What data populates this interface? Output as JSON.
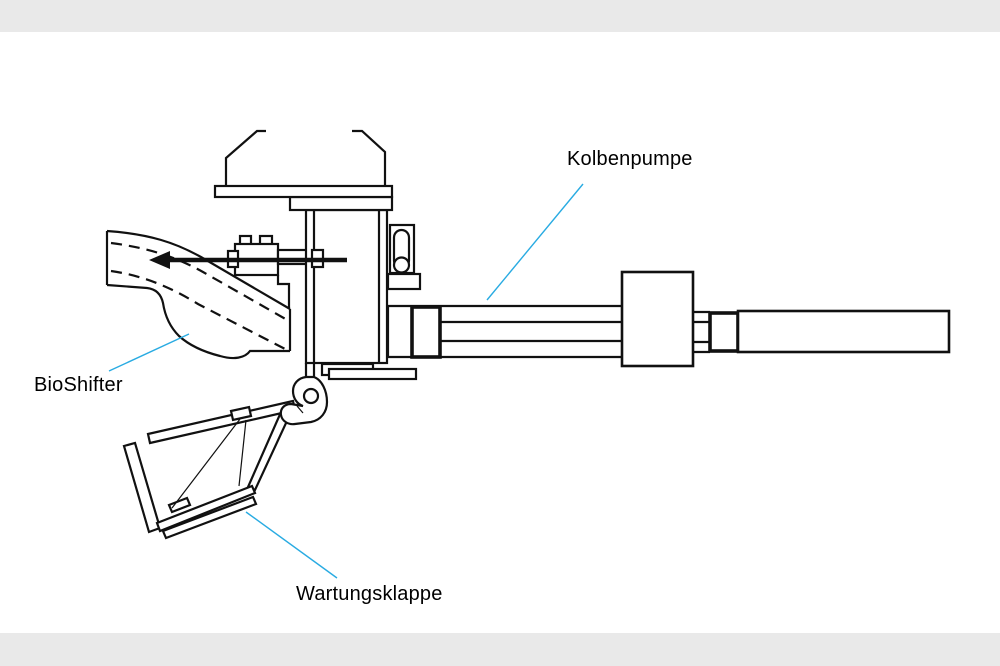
{
  "diagram": {
    "title_hint": "Technical line diagram of a piston pump assembly",
    "colors": {
      "background": "#e9e9e9",
      "paper": "#ffffff",
      "line": "#111111",
      "leader": "#29abe2"
    },
    "labels": {
      "pump": {
        "text": "Kolbenpumpe"
      },
      "shifter": {
        "text": "BioShifter"
      },
      "flap": {
        "text": "Wartungsklappe"
      }
    }
  }
}
